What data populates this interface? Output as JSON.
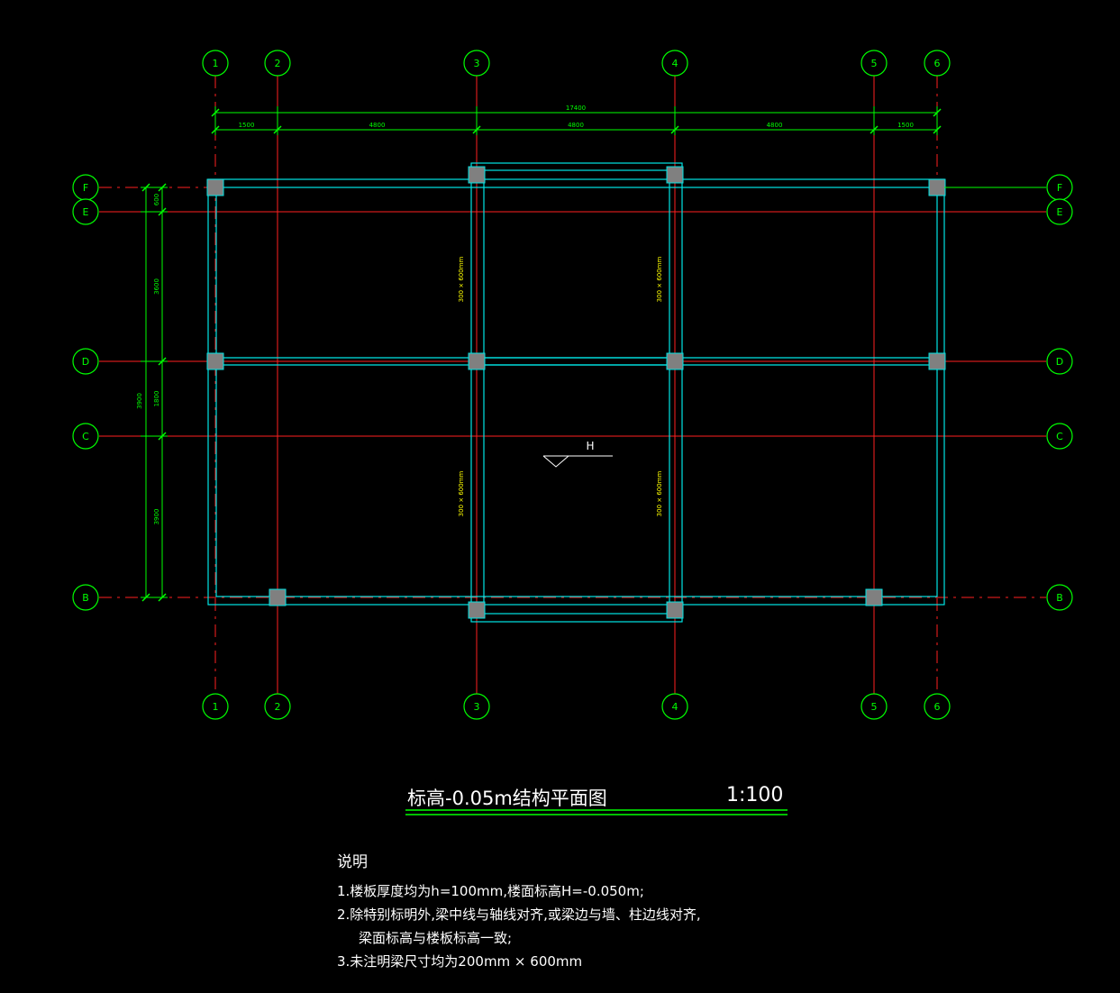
{
  "axes": {
    "vertical_top": [
      "1",
      "2",
      "3",
      "4",
      "5",
      "6"
    ],
    "vertical_bottom": [
      "1",
      "2",
      "3",
      "4",
      "5",
      "6"
    ],
    "horizontal_left": [
      "F",
      "E",
      "D",
      "C",
      "B"
    ],
    "horizontal_right": [
      "F",
      "E",
      "D",
      "C",
      "B"
    ]
  },
  "dimensions": {
    "total": "17400",
    "spans": [
      "1500",
      "4800",
      "4800",
      "4800",
      "1500"
    ],
    "vertical_total": "3900",
    "vertical_spans": [
      "600",
      "3600",
      "1800",
      "3900"
    ]
  },
  "beam_labels": [
    "300 × 600mm",
    "300 × 600mm",
    "300 × 600mm",
    "300 × 600mm"
  ],
  "elevation_mark": "H",
  "title": "标高-0.05m结构平面图",
  "scale": "1:100",
  "notes": {
    "heading": "说明",
    "items": [
      "1.楼板厚度均为h=100mm,楼面标高H=-0.050m;",
      "2.除特别标明外,梁中线与轴线对齐,或梁边与墙、柱边线对齐,",
      "梁面标高与楼板标高一致;",
      "3.未注明梁尺寸均为200mm × 600mm"
    ]
  },
  "colors": {
    "axis_line": "#ff2020",
    "axis_bubble": "#00ff00",
    "beam": "#00e5e5",
    "column": "#808080",
    "dimension": "#00ff00",
    "text": "#ffffff",
    "beam_label": "#ffff00"
  }
}
